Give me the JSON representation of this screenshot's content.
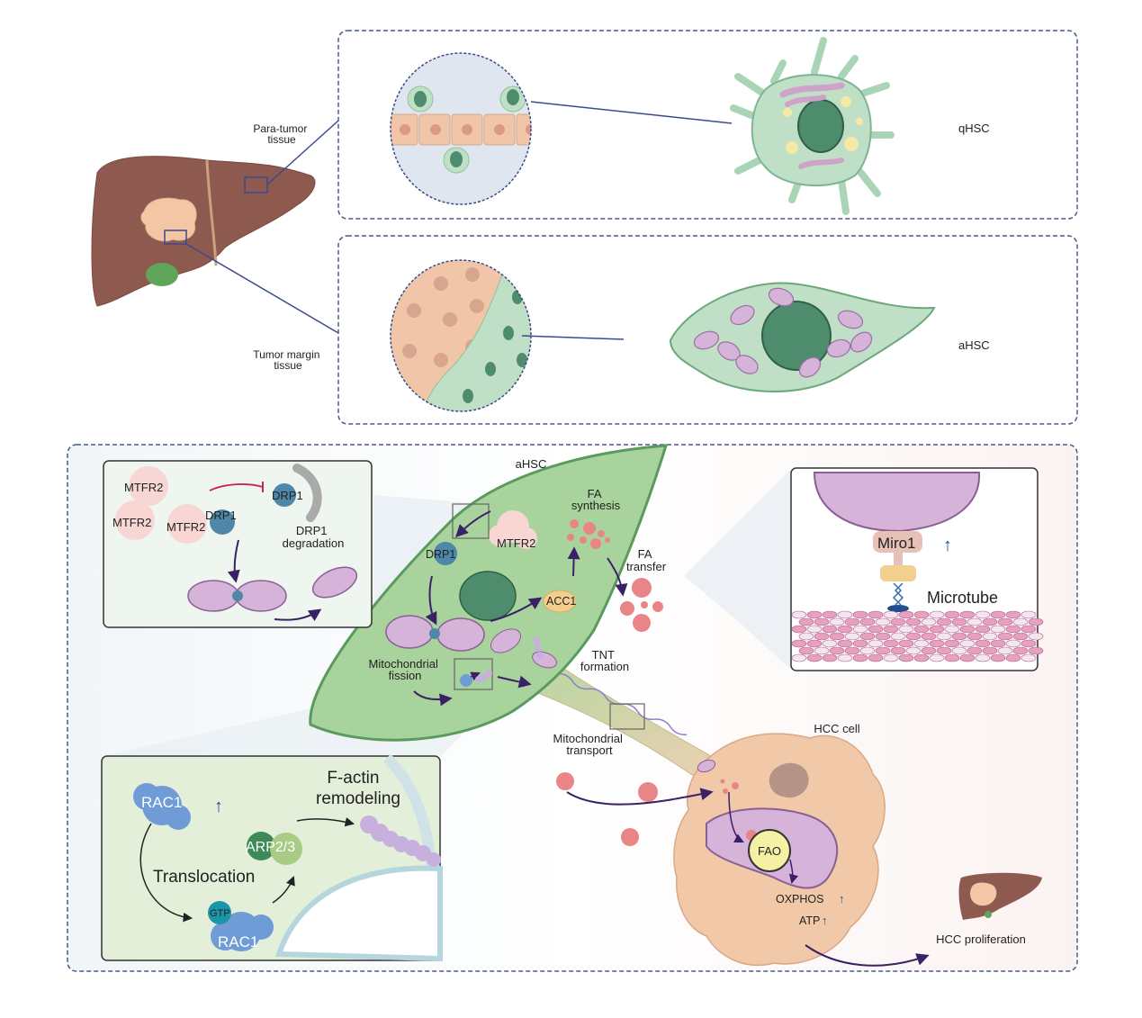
{
  "overview": {
    "para_tumor_label": [
      "Para-tumor",
      "tissue"
    ],
    "tumor_margin_label": [
      "Tumor margin",
      "tissue"
    ],
    "qhsc_label": "qHSC",
    "ahsc_label": "aHSC"
  },
  "mechanism": {
    "cell_label": "aHSC",
    "mtfr2_label": "MTFR2",
    "drp1_label": "DRP1",
    "fa_synthesis": [
      "FA",
      "synthesis"
    ],
    "fa_transfer": [
      "FA",
      "transfer"
    ],
    "acc1_label": "ACC1",
    "mito_fission": [
      "Mitochondrial",
      "fission"
    ],
    "tnt_formation": [
      "TNT",
      "formation"
    ],
    "mito_transport": [
      "Mitochondrial",
      "transport"
    ],
    "hcc_cell_label": "HCC cell",
    "fao_label": "FAO",
    "oxphos_label": "OXPHOS",
    "atp_label": "ATP",
    "hcc_proliferation": "HCC proliferation"
  },
  "inset_drp1": {
    "mtfr2": [
      "MTFR2",
      "MTFR2",
      "MTFR2"
    ],
    "drp1_bound": "DRP1",
    "drp1_degraded": "DRP1",
    "degradation_label": [
      "DRP1",
      "degradation"
    ]
  },
  "inset_miro": {
    "miro1_label": "Miro1",
    "microtube_label": "Microtube"
  },
  "inset_rac1": {
    "rac1_top": "RAC1",
    "rac1_bottom": "RAC1",
    "gtp_label": "GTP",
    "arp_label": "ARP2/3",
    "translocation_label": "Translocation",
    "factin_label": [
      "F-actin",
      "remodeling"
    ]
  },
  "colors": {
    "frame_dash": "#4a5a8c",
    "liver": "#8e5a4f",
    "tumor": "#f3c7a6",
    "hsc_green": "#a9d4a0",
    "nucleus": "#4e8c6e",
    "mito": "#c8a6cf",
    "fa_droplet": "#e07a7c",
    "hcc_cell": "#f1c9a8",
    "up_arrow": "#1f4f8f",
    "arrow": "#3a2066"
  }
}
